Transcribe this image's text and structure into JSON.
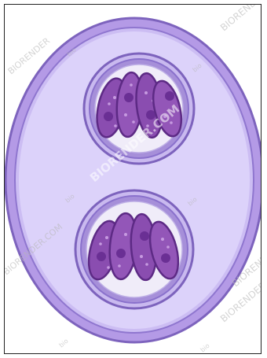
{
  "image": {
    "subject": "oocyst with two sporocysts, each containing four sporozoites",
    "colors": {
      "oocyst_fill": "#dcd2fa",
      "oocyst_wall": "#b49ae6",
      "oocyst_wall_dark": "#7d63bd",
      "sporocyst_fill": "#f0ecf9",
      "sporozoite": "#8a4db0",
      "sporozoite_dark": "#5d2a85",
      "nucleus": "#6a2f94"
    }
  },
  "watermarks": {
    "brand": "BIORENDER.COM",
    "brand_short": "BIORENDER",
    "brand_tiny": "bio"
  }
}
